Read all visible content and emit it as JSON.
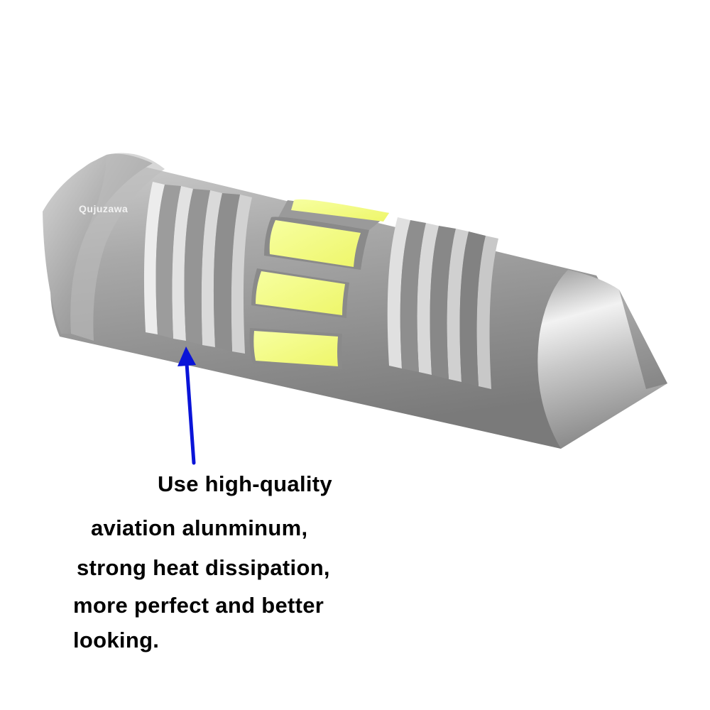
{
  "product": {
    "name": "festoon-led-bulb",
    "chip_color": "#f4ff7a",
    "body_color": "#a8a8a8"
  },
  "watermark": "Qujuzawa",
  "arrow": {
    "icon": "up-arrow-icon",
    "color": "#0a14d8"
  },
  "caption": {
    "line1": "Use high-quality",
    "line2": "aviation alunminum,",
    "line3": "strong heat dissipation,",
    "line4": "more perfect and better",
    "line5": "looking."
  }
}
